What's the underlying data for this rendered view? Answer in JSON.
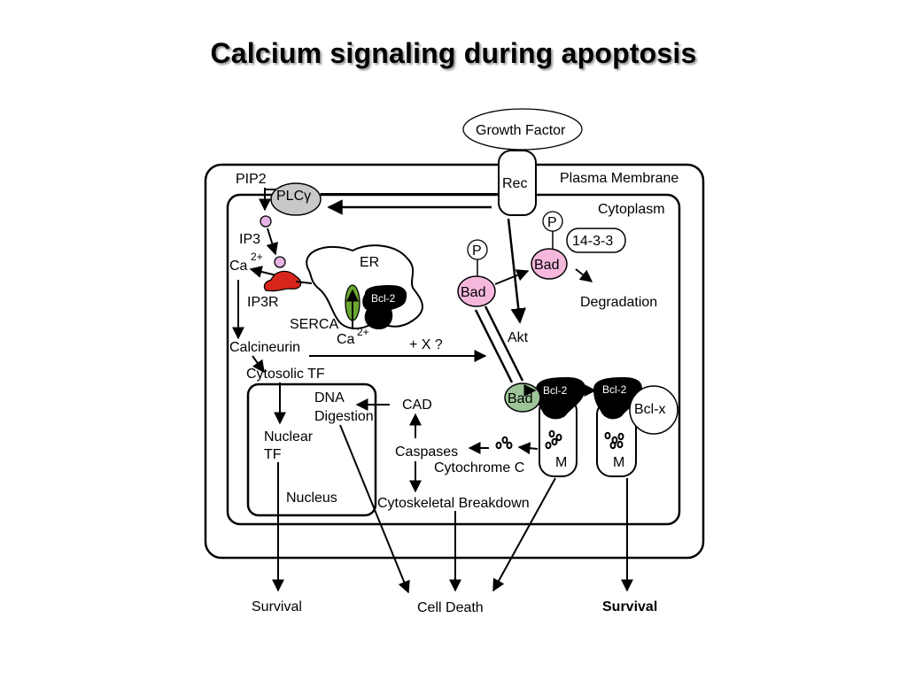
{
  "title": "Calcium signaling during apoptosis",
  "labels": {
    "growth_factor": "Growth Factor",
    "rec": "Rec",
    "plasma_membrane": "Plasma Membrane",
    "cytoplasm": "Cytoplasm",
    "pip2": "PIP2",
    "plc_gamma": "PLCγ",
    "ip3": "IP3",
    "ca_left": "Ca",
    "ca_superscript": "2+",
    "er": "ER",
    "bcl2_er": "Bcl-2",
    "ip3r": "IP3R",
    "serca": "SERCA",
    "ca_bottom": "Ca",
    "calcineurin": "Calcineurin",
    "plus_x": "+ X ?",
    "cytosolic_tf": "Cytosolic TF",
    "dna_line1": "DNA",
    "dna_line2": "Digestion",
    "cad": "CAD",
    "nuclear_line1": "Nuclear",
    "nuclear_line2": "TF",
    "nucleus": "Nucleus",
    "caspases": "Caspases",
    "cytochrome_c": "Cytochrome C",
    "cytoskeletal_breakdown": "Cytoskeletal Breakdown",
    "p_top": "P",
    "p_left": "P",
    "bad_phos_right": "Bad",
    "bad_phos_left": "Bad",
    "protein_14_3_3": "14-3-3",
    "degradation": "Degradation",
    "akt": "Akt",
    "bad_mito": "Bad",
    "bcl2_mito1": "Bcl-2",
    "bcl2_mito2": "Bcl-2",
    "bclx": "Bcl-x",
    "m1": "M",
    "m2": "M",
    "survival_left": "Survival",
    "cell_death": "Cell Death",
    "survival_right": "Survival"
  },
  "colors": {
    "plc_fill": "#c8c8c8",
    "vesicle_fill": "#e6b3e6",
    "ip3r_red": "#d9261c",
    "serca_green": "#6aa832",
    "bad_pink": "#f5b8dc",
    "bad_green": "#9ec49a"
  }
}
